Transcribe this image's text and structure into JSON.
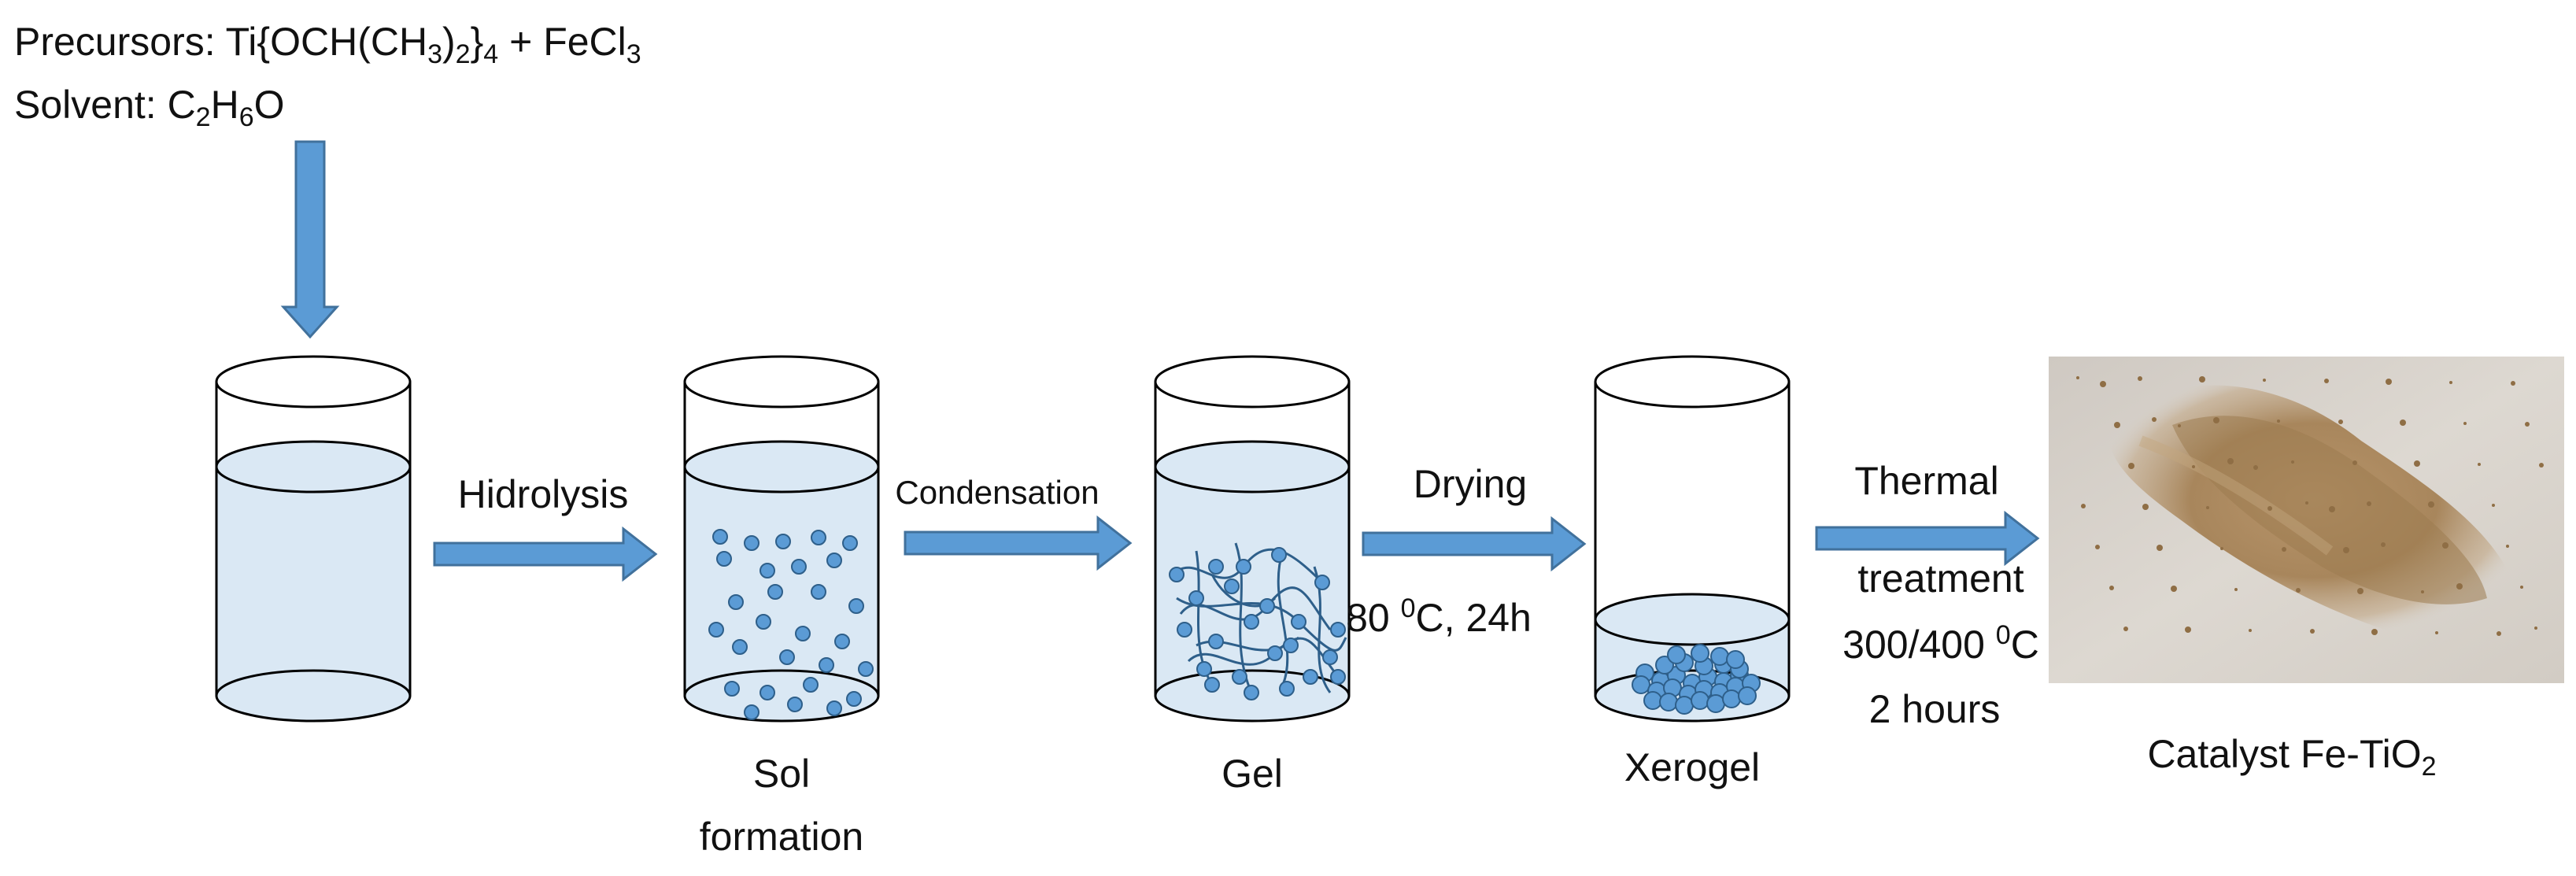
{
  "precursors": {
    "line1": {
      "label": "Precursors: ",
      "formula_a": "Ti{OCH(CH",
      "sub_a": "3",
      "formula_b": ")",
      "sub_b": "2",
      "formula_c": "}",
      "sub_c": "4",
      "formula_d": " + FeCl",
      "sub_d": "3"
    },
    "line2": {
      "label": "Solvent: ",
      "formula_a": "C",
      "sub_a": "2",
      "formula_b": "H",
      "sub_b": "6",
      "formula_c": "O"
    }
  },
  "steps": {
    "hydrolysis": "Hidrolysis",
    "condensation": "Condensation",
    "drying": "Drying",
    "drying_condition": {
      "prefix": "80 ",
      "sup": "0",
      "suffix": "C, 24h"
    },
    "thermal_line1": "Thermal",
    "thermal_line2": "treatment",
    "thermal_condition": {
      "prefix": "300/400 ",
      "sup": "0",
      "suffix": "C"
    },
    "thermal_duration": "2 hours"
  },
  "stages": {
    "sol_line1": "Sol",
    "sol_line2": "formation",
    "gel": "Gel",
    "xerogel": "Xerogel"
  },
  "product": {
    "label_prefix": "Catalyst Fe-TiO",
    "label_sub": "2"
  },
  "colors": {
    "arrow_fill": "#5b9bd5",
    "arrow_stroke": "#41719c",
    "liquid": "#dae8f4",
    "particle": "#5b9bd5",
    "particle_stroke": "#2e5f8a",
    "outline": "#000000",
    "powder": "#a8865c",
    "photo_background": "#d9d4cd"
  }
}
